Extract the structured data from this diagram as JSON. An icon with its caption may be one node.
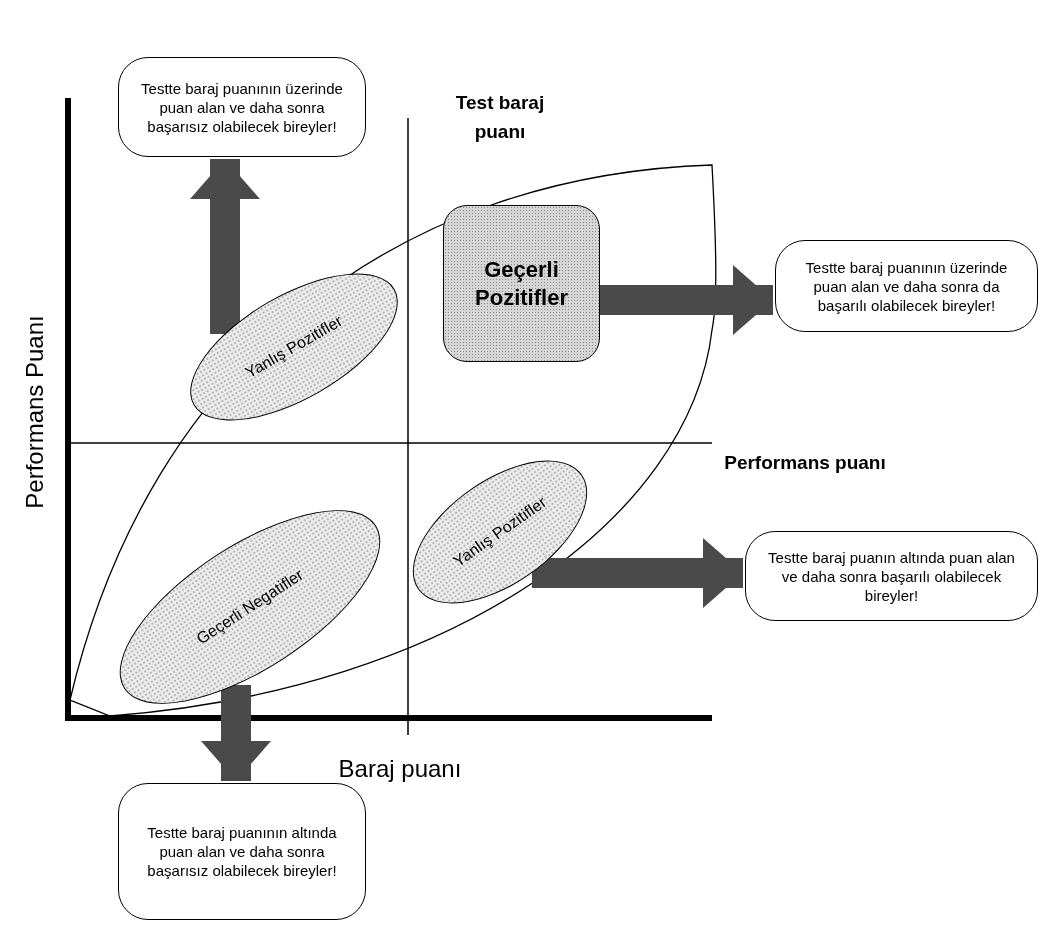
{
  "diagram": {
    "nodes": [
      {
        "text": [
          "Testte baraj puanının üzerinde puan alan ve daha sonra başarısız olabilecek bireyler!"
        ]
      },
      {
        "text": [
          "Testte baraj puanının üzerinde puan alan ve daha sonra da başarılı olabilecek bireyler!"
        ]
      },
      {
        "text": [
          "Yanlış Pozitifler"
        ]
      },
      {
        "text": [
          "Geçerli Pozitifler"
        ]
      },
      {
        "text": [
          "Yanlış Pozitifler"
        ]
      },
      {
        "text": [
          "Geçerli Negatifler"
        ]
      },
      {
        "text": [
          "Testte baraj puanın altında puan alan ve daha sonra başarılı olabilecek bireyler!"
        ]
      },
      {
        "text": [
          "Testte baraj puanının altında puan alan ve daha sonra başarısız olabilecek bireyler!"
        ]
      }
    ],
    "edges": [
      {
        "from": 2,
        "to": 0,
        "arrow": "to"
      },
      {
        "from": 3,
        "to": 1,
        "arrow": "to"
      },
      {
        "from": 4,
        "to": 6,
        "arrow": "to"
      },
      {
        "from": 5,
        "to": 7,
        "arrow": "to"
      }
    ],
    "labels": [
      "Test baraj puanı",
      "Performans Puanı",
      "Performans puanı",
      "Baraj puanı"
    ]
  }
}
